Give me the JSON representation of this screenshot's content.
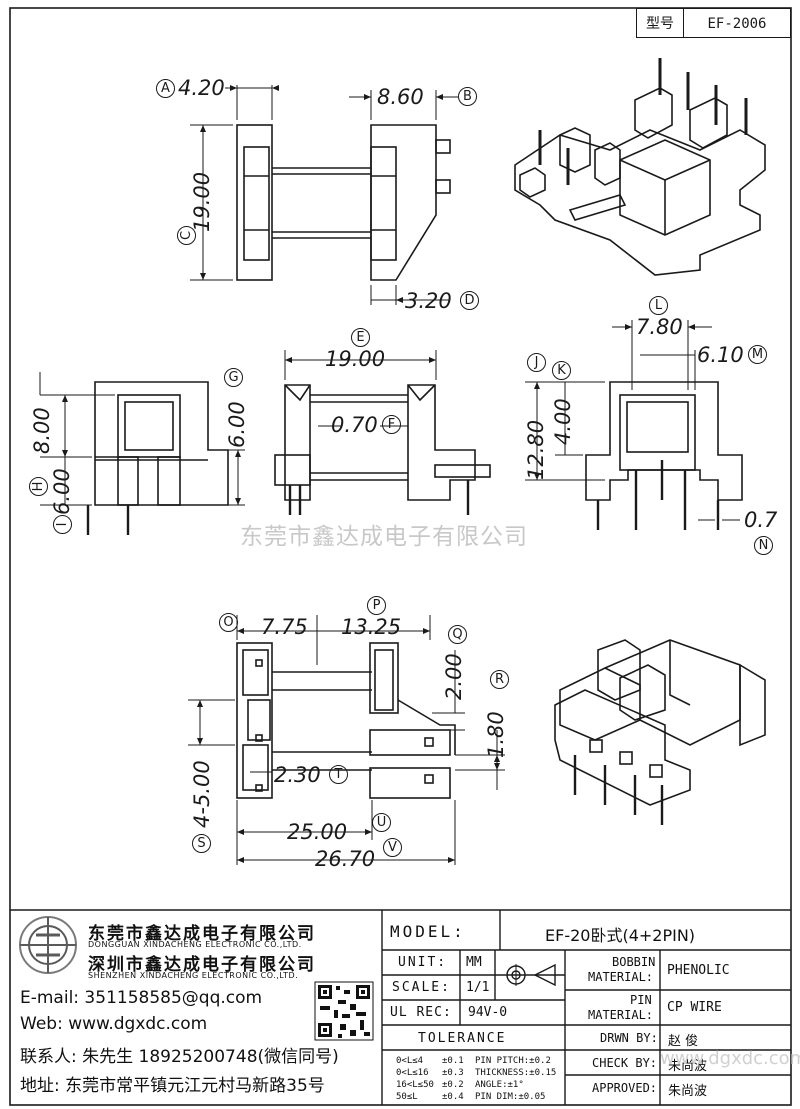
{
  "header": {
    "code_label": "型号",
    "code_value": "EF-2006"
  },
  "dimensions": {
    "A": {
      "value": "4.20",
      "letter": "A"
    },
    "B": {
      "value": "8.60",
      "letter": "B"
    },
    "C": {
      "value": "19.00",
      "letter": "C"
    },
    "D": {
      "value": "3.20",
      "letter": "D"
    },
    "E": {
      "value": "19.00",
      "letter": "E"
    },
    "F": {
      "value": "0.70",
      "letter": "F"
    },
    "G": {
      "value": "6.00",
      "letter": "G"
    },
    "H": {
      "value": "8.00",
      "letter": "H"
    },
    "I": {
      "value": "6.00",
      "letter": "I"
    },
    "J": {
      "value": "12.80",
      "letter": "J"
    },
    "K": {
      "value": "4.00",
      "letter": "K"
    },
    "L": {
      "value": "7.80",
      "letter": "L"
    },
    "M": {
      "value": "6.10",
      "letter": "M"
    },
    "N": {
      "value": "0.7",
      "letter": "N"
    },
    "O": {
      "value": "7.75",
      "letter": "O"
    },
    "P": {
      "value": "13.25",
      "letter": "P"
    },
    "Q": {
      "value": "2.00",
      "letter": "Q"
    },
    "R": {
      "value": "1.80",
      "letter": "R"
    },
    "S": {
      "value": "4-5.00",
      "letter": "S"
    },
    "T": {
      "value": "2.30",
      "letter": "T"
    },
    "U": {
      "value": "25.00",
      "letter": "U"
    },
    "V": {
      "value": "26.70",
      "letter": "V"
    }
  },
  "watermark": "东莞市鑫达成电子有限公司",
  "company": {
    "name_cn_1": "东莞市鑫达成电子有限公司",
    "name_en_1": "DONGGUAN XINDACHENG ELECTRONIC CO.,LTD.",
    "name_cn_2": "深圳市鑫达成电子有限公司",
    "name_en_2": "SHENZHEN XINDACHENG ELECTRONIC CO.,LTD.",
    "email": "E-mail: 351158585@qq.com",
    "web": "Web: www.dgxdc.com",
    "contact": "联系人: 朱先生 18925200748(微信同号)",
    "address": "地址: 东莞市常平镇元江元村马新路35号"
  },
  "title_block": {
    "model_label": "MODEL:",
    "model_value": "EF-20卧式(4+2PIN)",
    "unit_label": "UNIT:",
    "unit_value": "MM",
    "scale_label": "SCALE:",
    "scale_value": "1/1",
    "ulrec_label": "UL REC:",
    "ulrec_value": "94V-0",
    "tolerance_label": "TOLERANCE",
    "bobbin_label_1": "BOBBIN",
    "bobbin_label_2": "MATERIAL:",
    "bobbin_value": "PHENOLIC",
    "pin_label_1": "PIN",
    "pin_label_2": "MATERIAL:",
    "pin_value": "CP WIRE",
    "drwn_label": "DRWN BY:",
    "drwn_value": "赵 俊",
    "check_label": "CHECK BY:",
    "check_value": "朱尚波",
    "approved_label": "APPROVED:",
    "approved_value": "朱尚波",
    "site_watermark": "www.dgxdc.com"
  },
  "tolerance": {
    "rows": [
      {
        "range": "0<L≤4",
        "tol": "±0.1",
        "item": "PIN PITCH:±0.2"
      },
      {
        "range": "0<L≤16",
        "tol": "±0.3",
        "item": "THICKNESS:±0.15"
      },
      {
        "range": "16<L≤50",
        "tol": "±0.2",
        "item": "ANGLE:±1°"
      },
      {
        "range": "50≤L",
        "tol": "±0.4",
        "item": "PIN DIM:±0.05"
      }
    ]
  }
}
